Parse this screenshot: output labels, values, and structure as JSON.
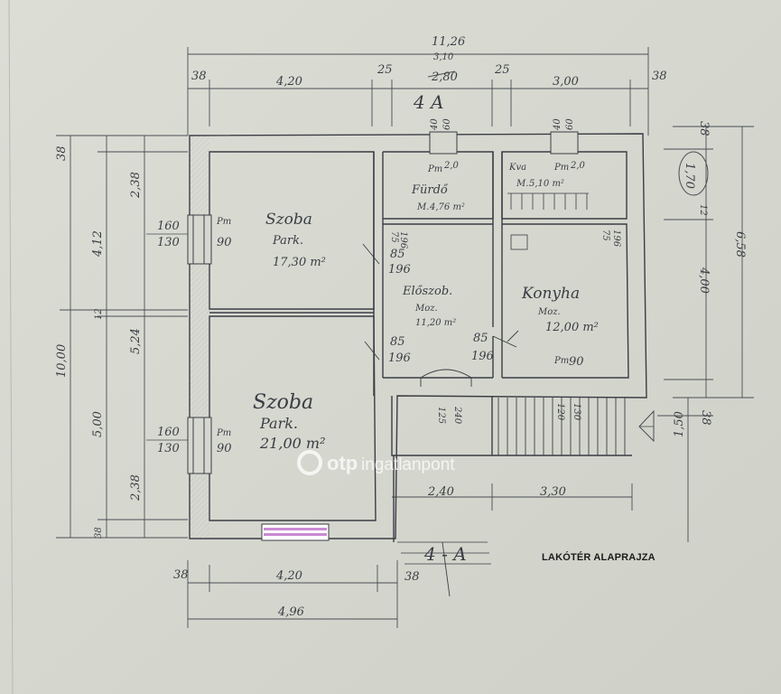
{
  "dimensions": {
    "top_total": "11,26",
    "top_total_alt": "3,10",
    "top_crossed": "2,80",
    "top_wall_left": "38",
    "top_room_left": "4,20",
    "top_partition_left": "25",
    "top_partition_right": "25",
    "top_room_right": "3,00",
    "top_wall_right": "38",
    "left_total": "10,00",
    "left_top_section": "4,12",
    "left_bottom_section": "5,00",
    "left_wall_top": "38",
    "left_upper_inner": "2,38",
    "left_partition": "12",
    "left_middle": "5,24",
    "left_lower_inner": "2,38",
    "left_wall_bottom": "38",
    "right_top_wall": "38",
    "right_partition": "12",
    "right_circled": "1,70",
    "right_main": "4,00",
    "right_total": "6,58",
    "right_step": "1,50",
    "right_bottom_wall": "38",
    "bottom_wall_left": "38",
    "bottom_room": "4,20",
    "bottom_wall_right": "38",
    "bottom_total": "4,96",
    "terrace_left": "2,40",
    "terrace_right": "3,30",
    "window_upper_room": [
      "160",
      "130"
    ],
    "window_lower_room": [
      "160",
      "130"
    ]
  },
  "section_marks": {
    "top": "4 A",
    "bottom": "4 - A"
  },
  "rooms": {
    "szoba_upper": {
      "name": "Szoba",
      "floor": "Park.",
      "area": "17,30 m²",
      "window_code": "Pm",
      "window_val": "90"
    },
    "szoba_lower": {
      "name": "Szoba",
      "floor": "Park.",
      "area": "21,00 m²",
      "window_code": "Pm",
      "window_val": "90"
    },
    "furdo": {
      "name": "Fürdő",
      "floor": "M.",
      "area": "4,76 m²",
      "window_code": "Pm",
      "window_val": "2,0",
      "window_top": [
        "40",
        "60"
      ],
      "door": [
        "75",
        "196"
      ]
    },
    "kamra": {
      "name": "Kva",
      "floor": "M.",
      "area": "5,10 m²",
      "window_code": "Pm",
      "window_val": "2,0",
      "window_top": [
        "40",
        "60"
      ]
    },
    "eloszoba": {
      "name": "Előszob.",
      "floor": "Moz.",
      "area": "11,20 m²",
      "door_top": [
        "85",
        "196"
      ],
      "door_bottom_left": [
        "85",
        "196"
      ],
      "door_bottom_right": [
        "85",
        "196"
      ]
    },
    "konyha": {
      "name": "Konyha",
      "floor": "Moz.",
      "area": "12,00 m²",
      "door_top": [
        "75",
        "196"
      ],
      "window_code": "Pm",
      "window_val": "90"
    },
    "terasz_left": {
      "dims": [
        "125",
        "240"
      ]
    },
    "terasz_right": {
      "dims": [
        "120",
        "130"
      ]
    }
  },
  "label": "LAKÓTÉR ALAPRAJZA",
  "watermark": {
    "brand": "otp",
    "suffix": "ingatlanpont"
  },
  "colors": {
    "paper": "#d6d8d0",
    "ink": "#3a3d44",
    "window_highlight": "#c98ad2"
  }
}
